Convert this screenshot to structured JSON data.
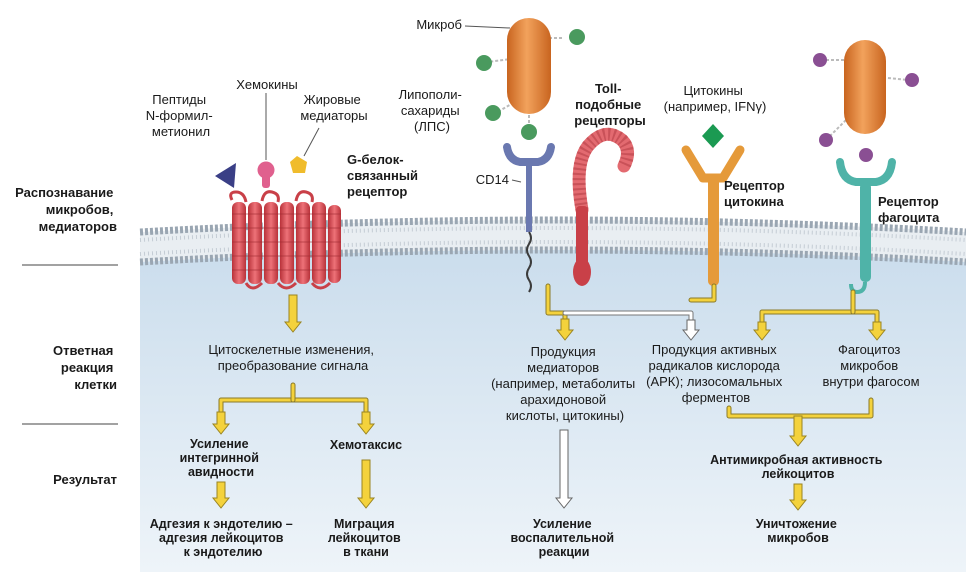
{
  "stage_labels": {
    "recognition": [
      "Распознавание",
      "микробов,",
      "медиаторов"
    ],
    "response": [
      "Ответная",
      "реакция",
      "клетки"
    ],
    "result": "Результат"
  },
  "labels": {
    "peptides": [
      "Пептиды",
      "N-формил-",
      "метионил"
    ],
    "chemokines": "Хемокины",
    "lipid_mediators": [
      "Жировые",
      "медиаторы"
    ],
    "gpcr": [
      "G-белок-",
      "связанный",
      "рецептор"
    ],
    "microbe": "Микроб",
    "lps": [
      "Липополи-",
      "сахариды",
      "(ЛПС)"
    ],
    "toll": [
      "Toll-",
      "подобные",
      "рецепторы"
    ],
    "cd14": "CD14",
    "cytokines": [
      "Цитокины",
      "(например, IFNγ)"
    ],
    "cytokine_receptor": [
      "Рецептор",
      "цитокина"
    ],
    "phagocyte_receptor": [
      "Рецептор",
      "фагоцита"
    ]
  },
  "responses": {
    "cytoskeletal": [
      "Цитоскелетные изменения,",
      "преобразование сигнала"
    ],
    "mediator_production": [
      "Продукция",
      "медиаторов",
      "(например, метаболиты",
      "арахидоновой",
      "кислоты, цитокины)"
    ],
    "ros_production": [
      "Продукция активных",
      "радикалов кислорода",
      "(АРК); лизосомальных",
      "ферментов"
    ],
    "phagocytosis": [
      "Фагоцитоз",
      "микробов",
      "внутри фагосом"
    ]
  },
  "outcomes": {
    "integrin": [
      "Усиление",
      "интегринной",
      "авидности"
    ],
    "chemotaxis": "Хемотаксис",
    "antimicrobial": [
      "Антимикробная активность",
      "лейкоцитов"
    ],
    "adhesion": [
      "Адгезия к эндотелию –",
      "адгезия лейкоцитов",
      "к эндотелию"
    ],
    "migration": [
      "Миграция",
      "лейкоцитов",
      "в ткани"
    ],
    "inflammation": [
      "Усиление",
      "воспалительной",
      "реакции"
    ],
    "destruction": [
      "Уничтожение",
      "микробов"
    ]
  },
  "colors": {
    "cytoplasm": "#d6e6f2",
    "membrane_head": "#bfc9d2",
    "gpcr": "#d9464c",
    "microbe": "#e98a3a",
    "toll": "#d9464c",
    "cd14": "#6a78b0",
    "cytokine_receptor": "#e59a3a",
    "phagocyte_receptor": "#4fb3a8",
    "arrow_yellow": "#f4d23c",
    "arrow_white": "#ffffff"
  }
}
